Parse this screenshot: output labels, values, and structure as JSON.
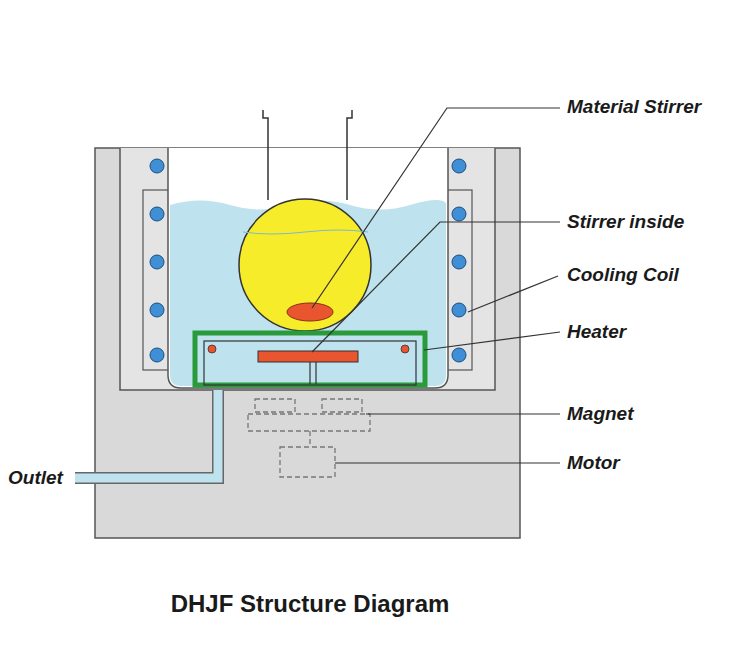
{
  "diagram": {
    "caption": "DHJF Structure Diagram",
    "labels": [
      "Material Stirrer",
      "Stirrer inside",
      "Cooling Coil",
      "Heater",
      "Magnet",
      "Motor",
      "Outlet"
    ]
  }
}
